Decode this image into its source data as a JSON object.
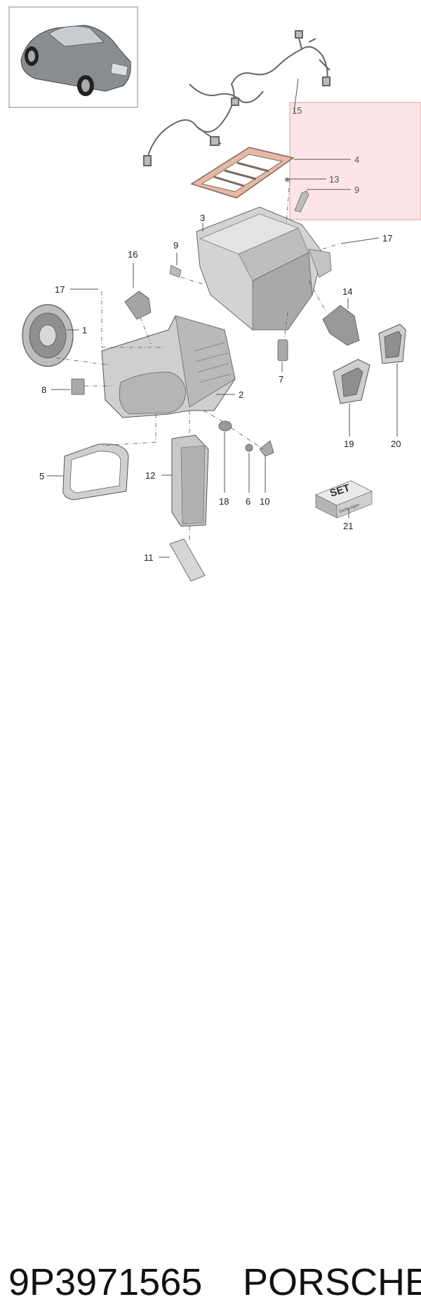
{
  "callouts": [
    {
      "id": "15",
      "label": "15",
      "highlight": true
    },
    {
      "id": "4",
      "label": "4",
      "highlight": true
    },
    {
      "id": "13",
      "label": "13",
      "highlight": true
    },
    {
      "id": "9a",
      "label": "9",
      "highlight": true
    },
    {
      "id": "3",
      "label": "3",
      "highlight": false
    },
    {
      "id": "17a",
      "label": "17",
      "highlight": false
    },
    {
      "id": "9b",
      "label": "9",
      "highlight": false
    },
    {
      "id": "16",
      "label": "16",
      "highlight": false
    },
    {
      "id": "17b",
      "label": "17",
      "highlight": false
    },
    {
      "id": "14",
      "label": "14",
      "highlight": false
    },
    {
      "id": "1",
      "label": "1",
      "highlight": false
    },
    {
      "id": "7",
      "label": "7",
      "highlight": false
    },
    {
      "id": "8",
      "label": "8",
      "highlight": false
    },
    {
      "id": "2",
      "label": "2",
      "highlight": false
    },
    {
      "id": "19",
      "label": "19",
      "highlight": false
    },
    {
      "id": "20",
      "label": "20",
      "highlight": false
    },
    {
      "id": "5",
      "label": "5",
      "highlight": false
    },
    {
      "id": "12",
      "label": "12",
      "highlight": false
    },
    {
      "id": "18",
      "label": "18",
      "highlight": false
    },
    {
      "id": "6",
      "label": "6",
      "highlight": false
    },
    {
      "id": "10",
      "label": "10",
      "highlight": false
    },
    {
      "id": "21",
      "label": "21",
      "highlight": false
    },
    {
      "id": "11",
      "label": "11",
      "highlight": false
    }
  ],
  "set_box": {
    "title": "SET",
    "subtitle": "Dichtungen"
  },
  "caption": {
    "part_number": "9P3971565",
    "brand": "PORSCHE"
  },
  "colors": {
    "highlight_fill": "#fde0e3",
    "highlight_stroke": "#e79aa3",
    "line": "#555555",
    "part": "#cfcfcf",
    "part_dark": "#9a9a9a"
  }
}
